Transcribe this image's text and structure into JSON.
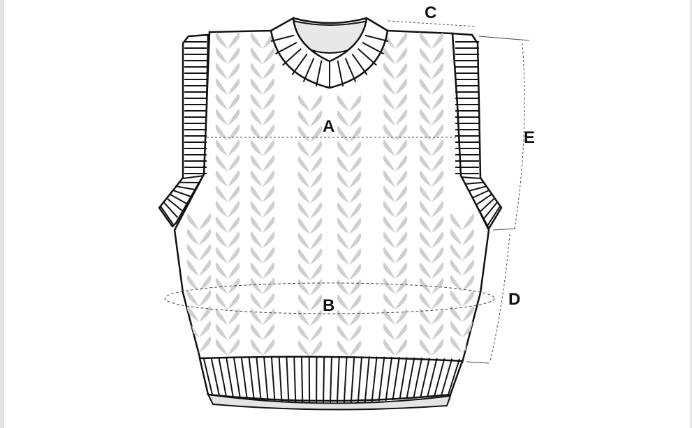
{
  "diagram": {
    "labels": {
      "A": "A",
      "B": "B",
      "C": "C",
      "D": "D",
      "E": "E"
    },
    "colors": {
      "outline": "#111111",
      "cable": "#cfcfcf",
      "neck_inner": "#e8e8e8",
      "hem_shadow": "#e4e4e4",
      "guide": "#444444"
    }
  }
}
